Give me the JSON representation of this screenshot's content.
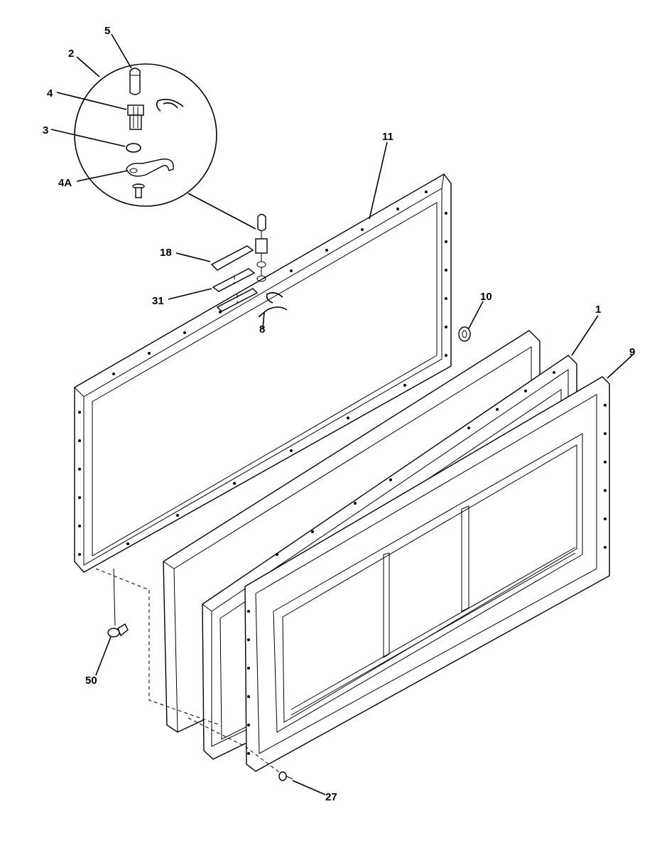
{
  "diagram": {
    "callouts": [
      {
        "id": "c5",
        "label": "5"
      },
      {
        "id": "c2",
        "label": "2"
      },
      {
        "id": "c4",
        "label": "4"
      },
      {
        "id": "c3",
        "label": "3"
      },
      {
        "id": "c4a",
        "label": "4A"
      },
      {
        "id": "c11",
        "label": "11"
      },
      {
        "id": "c18",
        "label": "18"
      },
      {
        "id": "c31",
        "label": "31"
      },
      {
        "id": "c8",
        "label": "8"
      },
      {
        "id": "c10",
        "label": "10"
      },
      {
        "id": "c1",
        "label": "1"
      },
      {
        "id": "c9",
        "label": "9"
      },
      {
        "id": "c50",
        "label": "50"
      },
      {
        "id": "c27",
        "label": "27"
      }
    ]
  }
}
